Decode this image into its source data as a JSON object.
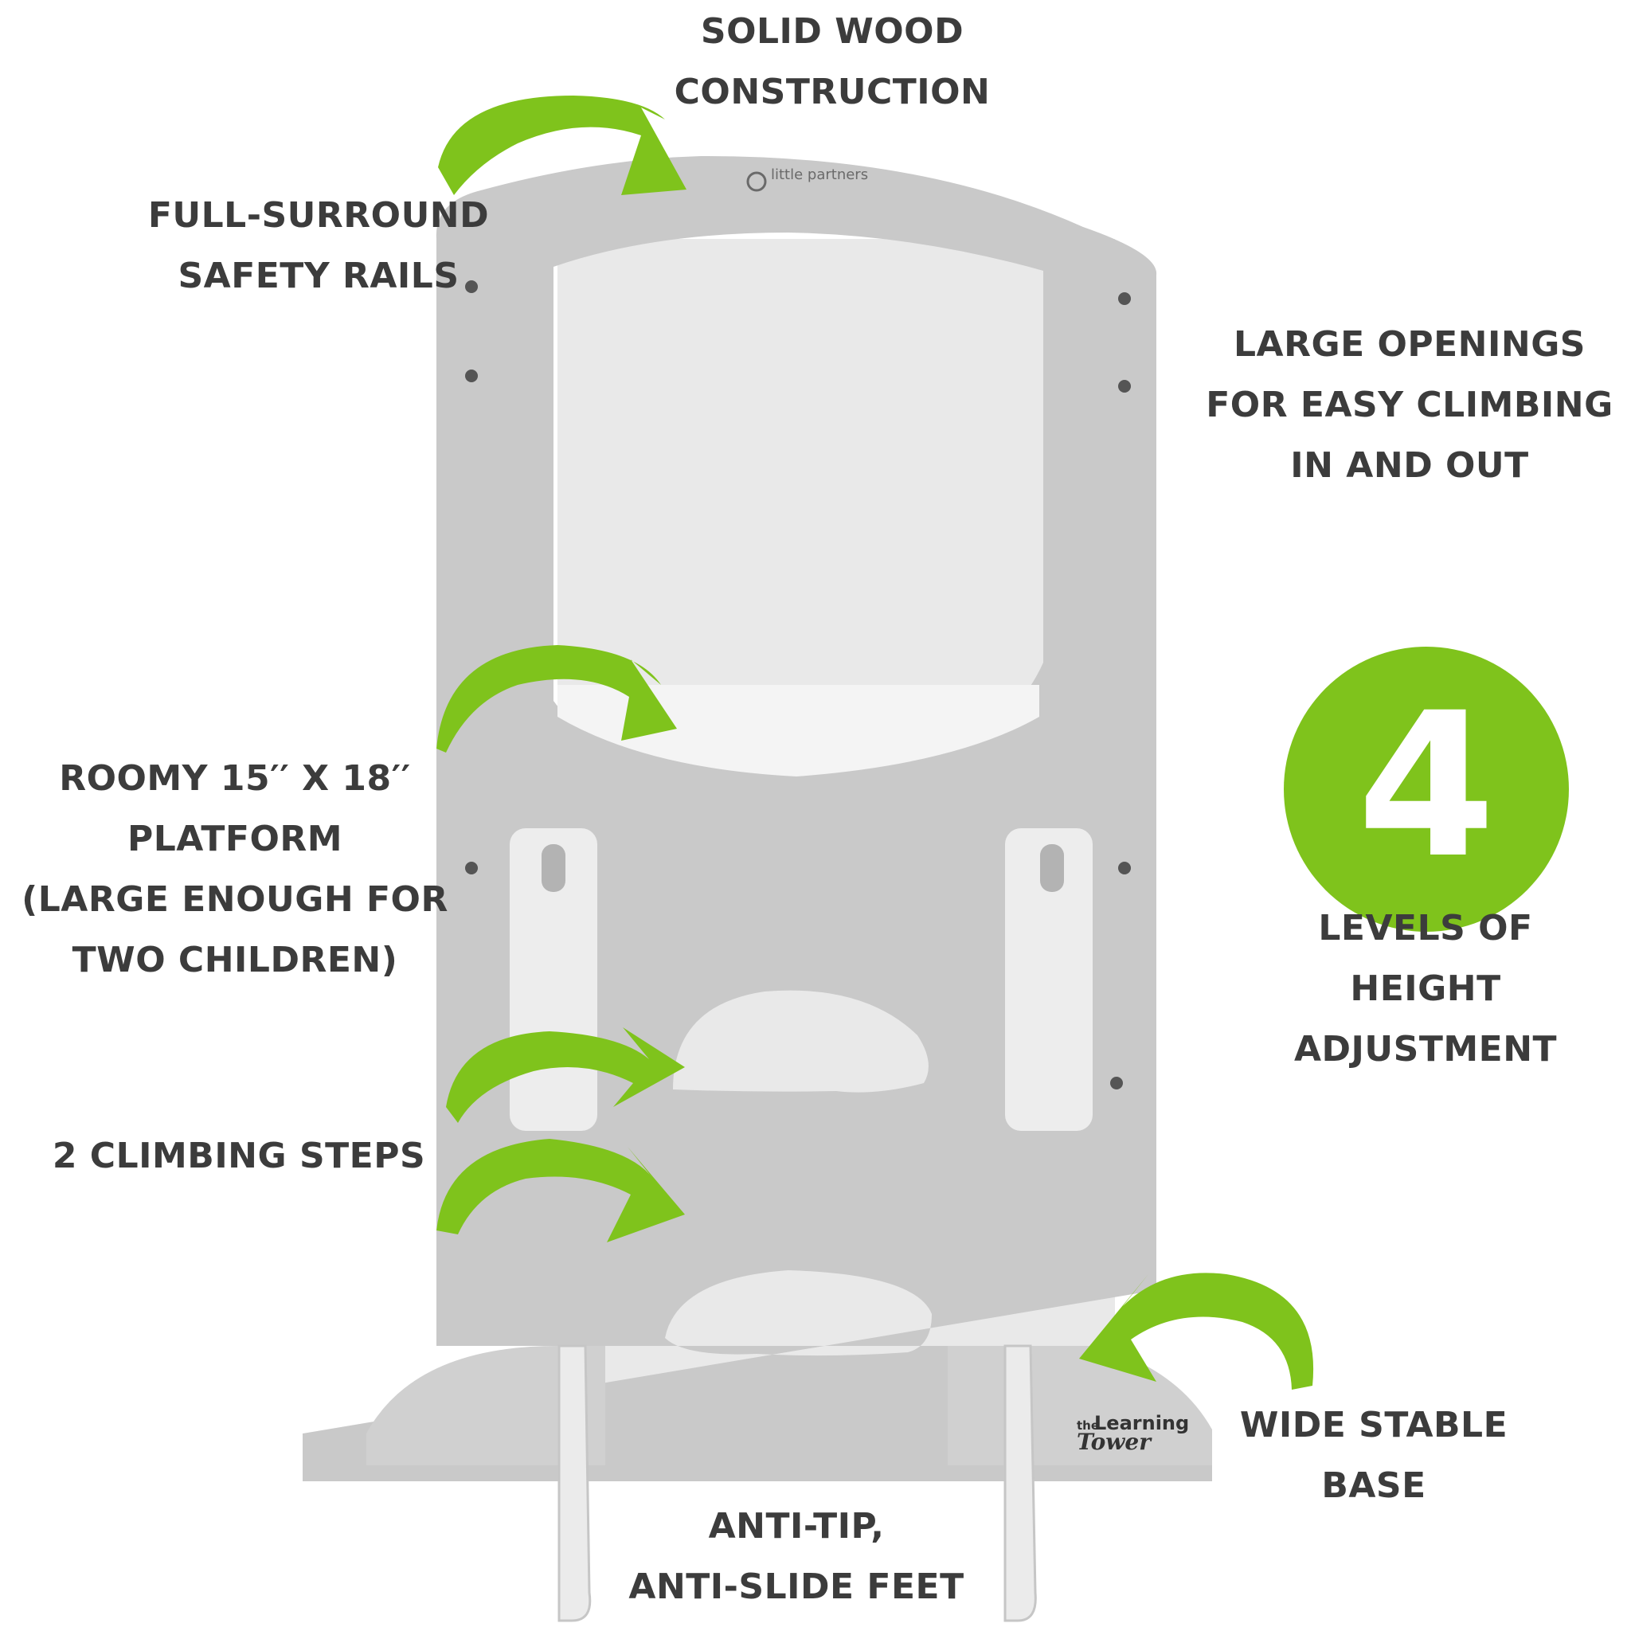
{
  "features": {
    "solid_wood": [
      "SOLID WOOD",
      "CONSTRUCTION"
    ],
    "safety_rails": [
      "FULL-SURROUND",
      "SAFETY RAILS"
    ],
    "openings": [
      "LARGE OPENINGS",
      "FOR EASY CLIMBING",
      "IN AND OUT"
    ],
    "platform": [
      "ROOMY 15′′ X 18′′",
      "PLATFORM",
      "(LARGE ENOUGH FOR",
      "TWO CHILDREN)"
    ],
    "steps": [
      "2 CLIMBING STEPS"
    ],
    "base": [
      "WIDE STABLE",
      "BASE"
    ],
    "feet": [
      "ANTI-TIP,",
      "ANTI-SLIDE FEET"
    ],
    "levels": [
      "LEVELS OF",
      "HEIGHT",
      "ADJUSTMENT"
    ]
  },
  "badge": {
    "number": "4"
  },
  "logos": {
    "top": "little partners",
    "bottom_small": "the",
    "bottom": "Learning",
    "bottom_big": "Tower"
  },
  "colors": {
    "accent_green": "#7fc31c",
    "text": "#3c3c3c",
    "tower": "#c9c9c9"
  }
}
